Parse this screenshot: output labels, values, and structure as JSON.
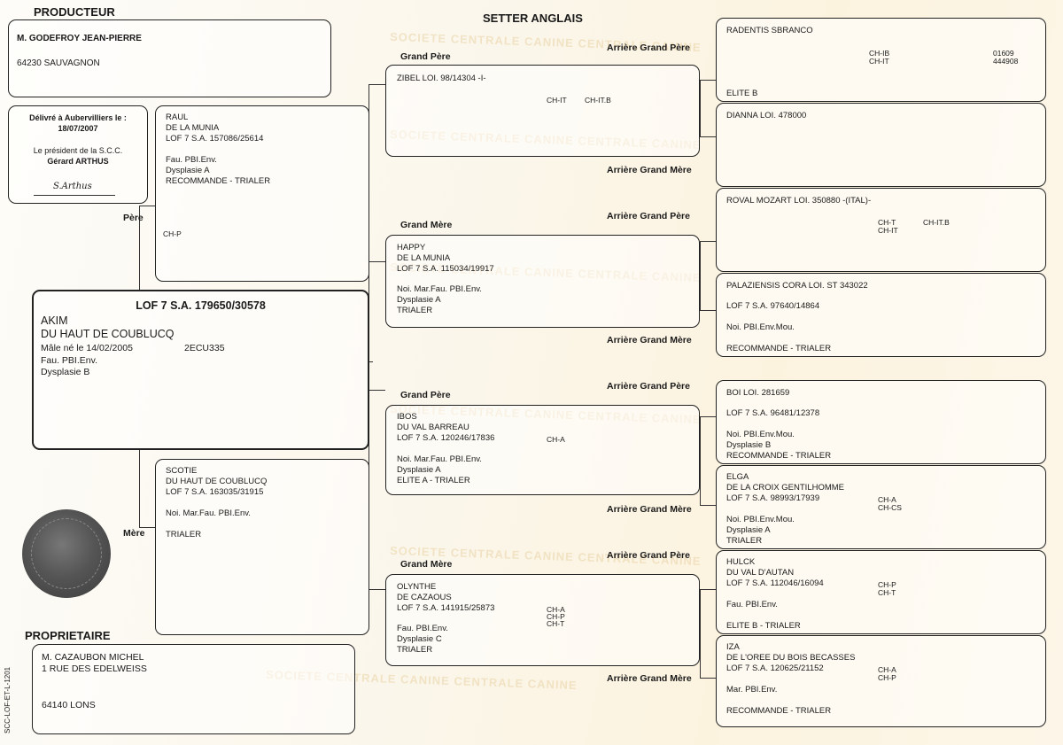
{
  "header": {
    "producer_title": "PRODUCTEUR",
    "breed": "SETTER ANGLAIS",
    "owner_title": "PROPRIETAIRE"
  },
  "producer": {
    "name": "M. GODEFROY JEAN-PIERRE",
    "city": "64230 SAUVAGNON"
  },
  "issued": {
    "line1": "Délivré à Aubervilliers le :",
    "date": "18/07/2007",
    "line2": "Le président de la S.C.C.",
    "president": "Gérard ARTHUS",
    "signature": "S.Arthus"
  },
  "labels": {
    "pere": "Père",
    "mere": "Mère",
    "grand_pere": "Grand Père",
    "grand_mere": "Grand Mère",
    "agp": "Arrière Grand Père",
    "agm": "Arrière Grand Mère"
  },
  "subject": {
    "lof": "LOF 7 S.A. 179650/30578",
    "name1": "AKIM",
    "name2": "DU HAUT DE COUBLUCQ",
    "birth": "Mâle  né le  14/02/2005",
    "id": "2ECU335",
    "tests": "Fau. PBI.Env.",
    "dysplasia": "Dysplasie B"
  },
  "pere": {
    "l1": "RAUL",
    "l2": "DE LA MUNIA",
    "l3": "LOF 7 S.A. 157086/25614",
    "l4": "Fau. PBI.Env.",
    "l5": "Dysplasie A",
    "l6": "RECOMMANDE - TRIALER",
    "titles": "CH-P"
  },
  "mere": {
    "l1": "SCOTIE",
    "l2": "DU HAUT DE COUBLUCQ",
    "l3": "LOF 7 S.A. 163035/31915",
    "l4": "Noi. Mar.Fau. PBI.Env.",
    "l5": "TRIALER"
  },
  "gp1": {
    "l1": "ZIBEL LOI. 98/14304 -I-",
    "t1": "CH-IT",
    "t2": "CH-IT.B"
  },
  "gm1": {
    "l1": "HAPPY",
    "l2": "DE LA MUNIA",
    "l3": "LOF 7 S.A. 115034/19917",
    "l4": "Noi. Mar.Fau. PBI.Env.",
    "l5": "Dysplasie A",
    "l6": "TRIALER"
  },
  "gp2": {
    "l1": "IBOS",
    "l2": "DU VAL BARREAU",
    "l3": "LOF 7 S.A. 120246/17836",
    "t1": "CH-A",
    "l4": "Noi. Mar.Fau. PBI.Env.",
    "l5": "Dysplasie A",
    "l6": "ELITE A - TRIALER"
  },
  "gm2": {
    "l1": "OLYNTHE",
    "l2": "DE CAZAOUS",
    "l3": "LOF 7 S.A. 141915/25873",
    "t1": "CH-A",
    "t2": "CH-P",
    "t3": "CH-T",
    "l4": "Fau. PBI.Env.",
    "l5": "Dysplasie C",
    "l6": "TRIALER"
  },
  "a1": {
    "l1": "RADENTIS SBRANCO",
    "t1": "CH-IB",
    "t2": "CH-IT",
    "n1": "01609",
    "n2": "444908",
    "l2": "ELITE B"
  },
  "a2": {
    "l1": "DIANNA  LOI. 478000"
  },
  "a3": {
    "l1": "ROVAL MOZART LOI. 350880 -(ITAL)-",
    "t1": "CH-T",
    "t2": "CH-IT",
    "t3": "CH-IT.B"
  },
  "a4": {
    "l1": "PALAZIENSIS CORA LOI. ST 343022",
    "l2": "LOF 7 S.A. 97640/14864",
    "l3": "Noi. PBI.Env.Mou.",
    "l4": "RECOMMANDE - TRIALER"
  },
  "a5": {
    "l1": "BOI LOI. 281659",
    "l2": "LOF 7 S.A. 96481/12378",
    "l3": "Noi. PBI.Env.Mou.",
    "l4": "Dysplasie B",
    "l5": "RECOMMANDE - TRIALER"
  },
  "a6": {
    "l1": "ELGA",
    "l2": "DE LA CROIX GENTILHOMME",
    "l3": "LOF 7 S.A. 98993/17939",
    "t1": "CH-A",
    "t2": "CH-CS",
    "l4": "Noi. PBI.Env.Mou.",
    "l5": "Dysplasie A",
    "l6": "TRIALER"
  },
  "a7": {
    "l1": "HULCK",
    "l2": "DU VAL D'AUTAN",
    "l3": "LOF 7 S.A. 112046/16094",
    "t1": "CH-P",
    "t2": "CH-T",
    "l4": "Fau. PBI.Env.",
    "l5": "ELITE B - TRIALER"
  },
  "a8": {
    "l1": "IZA",
    "l2": "DE L'OREE DU BOIS BECASSES",
    "l3": "LOF 7 S.A. 120625/21152",
    "t1": "CH-A",
    "t2": "CH-P",
    "l4": "Mar. PBI.Env.",
    "l5": "RECOMMANDE - TRIALER"
  },
  "owner": {
    "name": "M. CAZAUBON MICHEL",
    "street": "1 RUE DES EDELWEISS",
    "city": "64140 LONS"
  },
  "footer": {
    "ref": "SCC-LOF-ET-L-1201"
  },
  "watermark": "SOCIETE CENTRALE CANINE CENTRALE CANINE"
}
